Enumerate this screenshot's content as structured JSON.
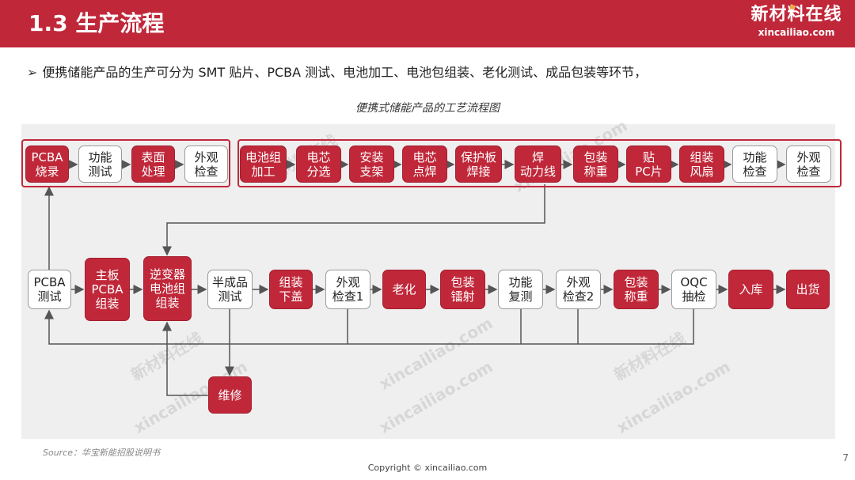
{
  "header": {
    "title": "1.3 生产流程",
    "logo_cn": "新材料在线",
    "logo_en": "xincailiao.com"
  },
  "bullet": {
    "arrow": "➢",
    "text": "便携储能产品的生产可分为 SMT 贴片、PCBA 测试、电池加工、电池包组装、老化测试、成品包装等环节，"
  },
  "diagram": {
    "title": "便携式储能产品的工艺流程图",
    "row1_left": [
      {
        "label": "PCBA\n烧录",
        "style": "red"
      },
      {
        "label": "功能\n测试",
        "style": "white"
      },
      {
        "label": "表面\n处理",
        "style": "red"
      },
      {
        "label": "外观\n检查",
        "style": "white"
      }
    ],
    "row1_right": [
      {
        "label": "电池组\n加工",
        "style": "red"
      },
      {
        "label": "电芯\n分选",
        "style": "red"
      },
      {
        "label": "安装\n支架",
        "style": "red"
      },
      {
        "label": "电芯\n点焊",
        "style": "red"
      },
      {
        "label": "保护板\n焊接",
        "style": "red"
      },
      {
        "label": "焊\n动力线",
        "style": "red"
      },
      {
        "label": "包装\n称重",
        "style": "red"
      },
      {
        "label": "贴\nPC片",
        "style": "red"
      },
      {
        "label": "组装\n风扇",
        "style": "red"
      },
      {
        "label": "功能\n检查",
        "style": "white"
      },
      {
        "label": "外观\n检查",
        "style": "white"
      }
    ],
    "row2": [
      {
        "label": "PCBA\n测试",
        "style": "white"
      },
      {
        "label": "主板\nPCBA\n组装",
        "style": "red"
      },
      {
        "label": "逆变器\n电池组\n组装",
        "style": "red"
      },
      {
        "label": "半成品\n测试",
        "style": "white"
      },
      {
        "label": "组装\n下盖",
        "style": "red"
      },
      {
        "label": "外观\n检查1",
        "style": "white"
      },
      {
        "label": "老化",
        "style": "red"
      },
      {
        "label": "包装\n镭射",
        "style": "red"
      },
      {
        "label": "功能\n复测",
        "style": "white"
      },
      {
        "label": "外观\n检查2",
        "style": "white"
      },
      {
        "label": "包装\n称重",
        "style": "red"
      },
      {
        "label": "OQC\n抽检",
        "style": "white"
      },
      {
        "label": "入库",
        "style": "red"
      },
      {
        "label": "出货",
        "style": "red"
      }
    ],
    "repair": {
      "label": "维修",
      "style": "red"
    },
    "watermarks": [
      "新材料在线",
      "xincailiao.com"
    ]
  },
  "footer": {
    "source": "Source：华宝新能招股说明书",
    "copyright": "Copyright © xincailiao.com",
    "page": "7"
  },
  "colors": {
    "accent": "#c0283a",
    "panel": "#efefef"
  }
}
